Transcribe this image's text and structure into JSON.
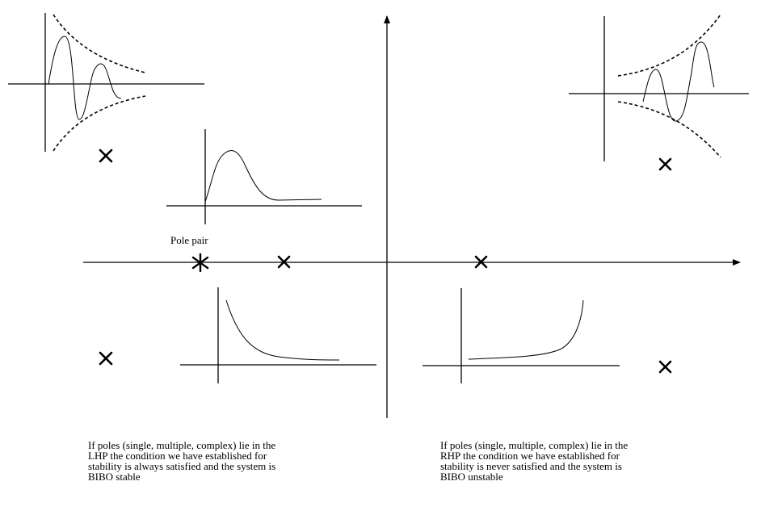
{
  "labels": {
    "pole_pair": "Pole pair"
  },
  "captions": {
    "lhp": [
      "If poles (single, multiple, complex) lie in the",
      "LHP the condition we have established for",
      "stability is always satisfied and the system is",
      "BIBO stable"
    ],
    "rhp": [
      "If poles (single, multiple, complex) lie in the",
      "RHP the condition we have established for",
      "stability is never satisfied and the system is",
      "BIBO unstable"
    ]
  },
  "colors": {
    "ink": "#000000",
    "background": "#ffffff"
  },
  "markers": {
    "pole_symbol": "cross-icon",
    "pole_pair_symbol": "asterisk-icon"
  }
}
